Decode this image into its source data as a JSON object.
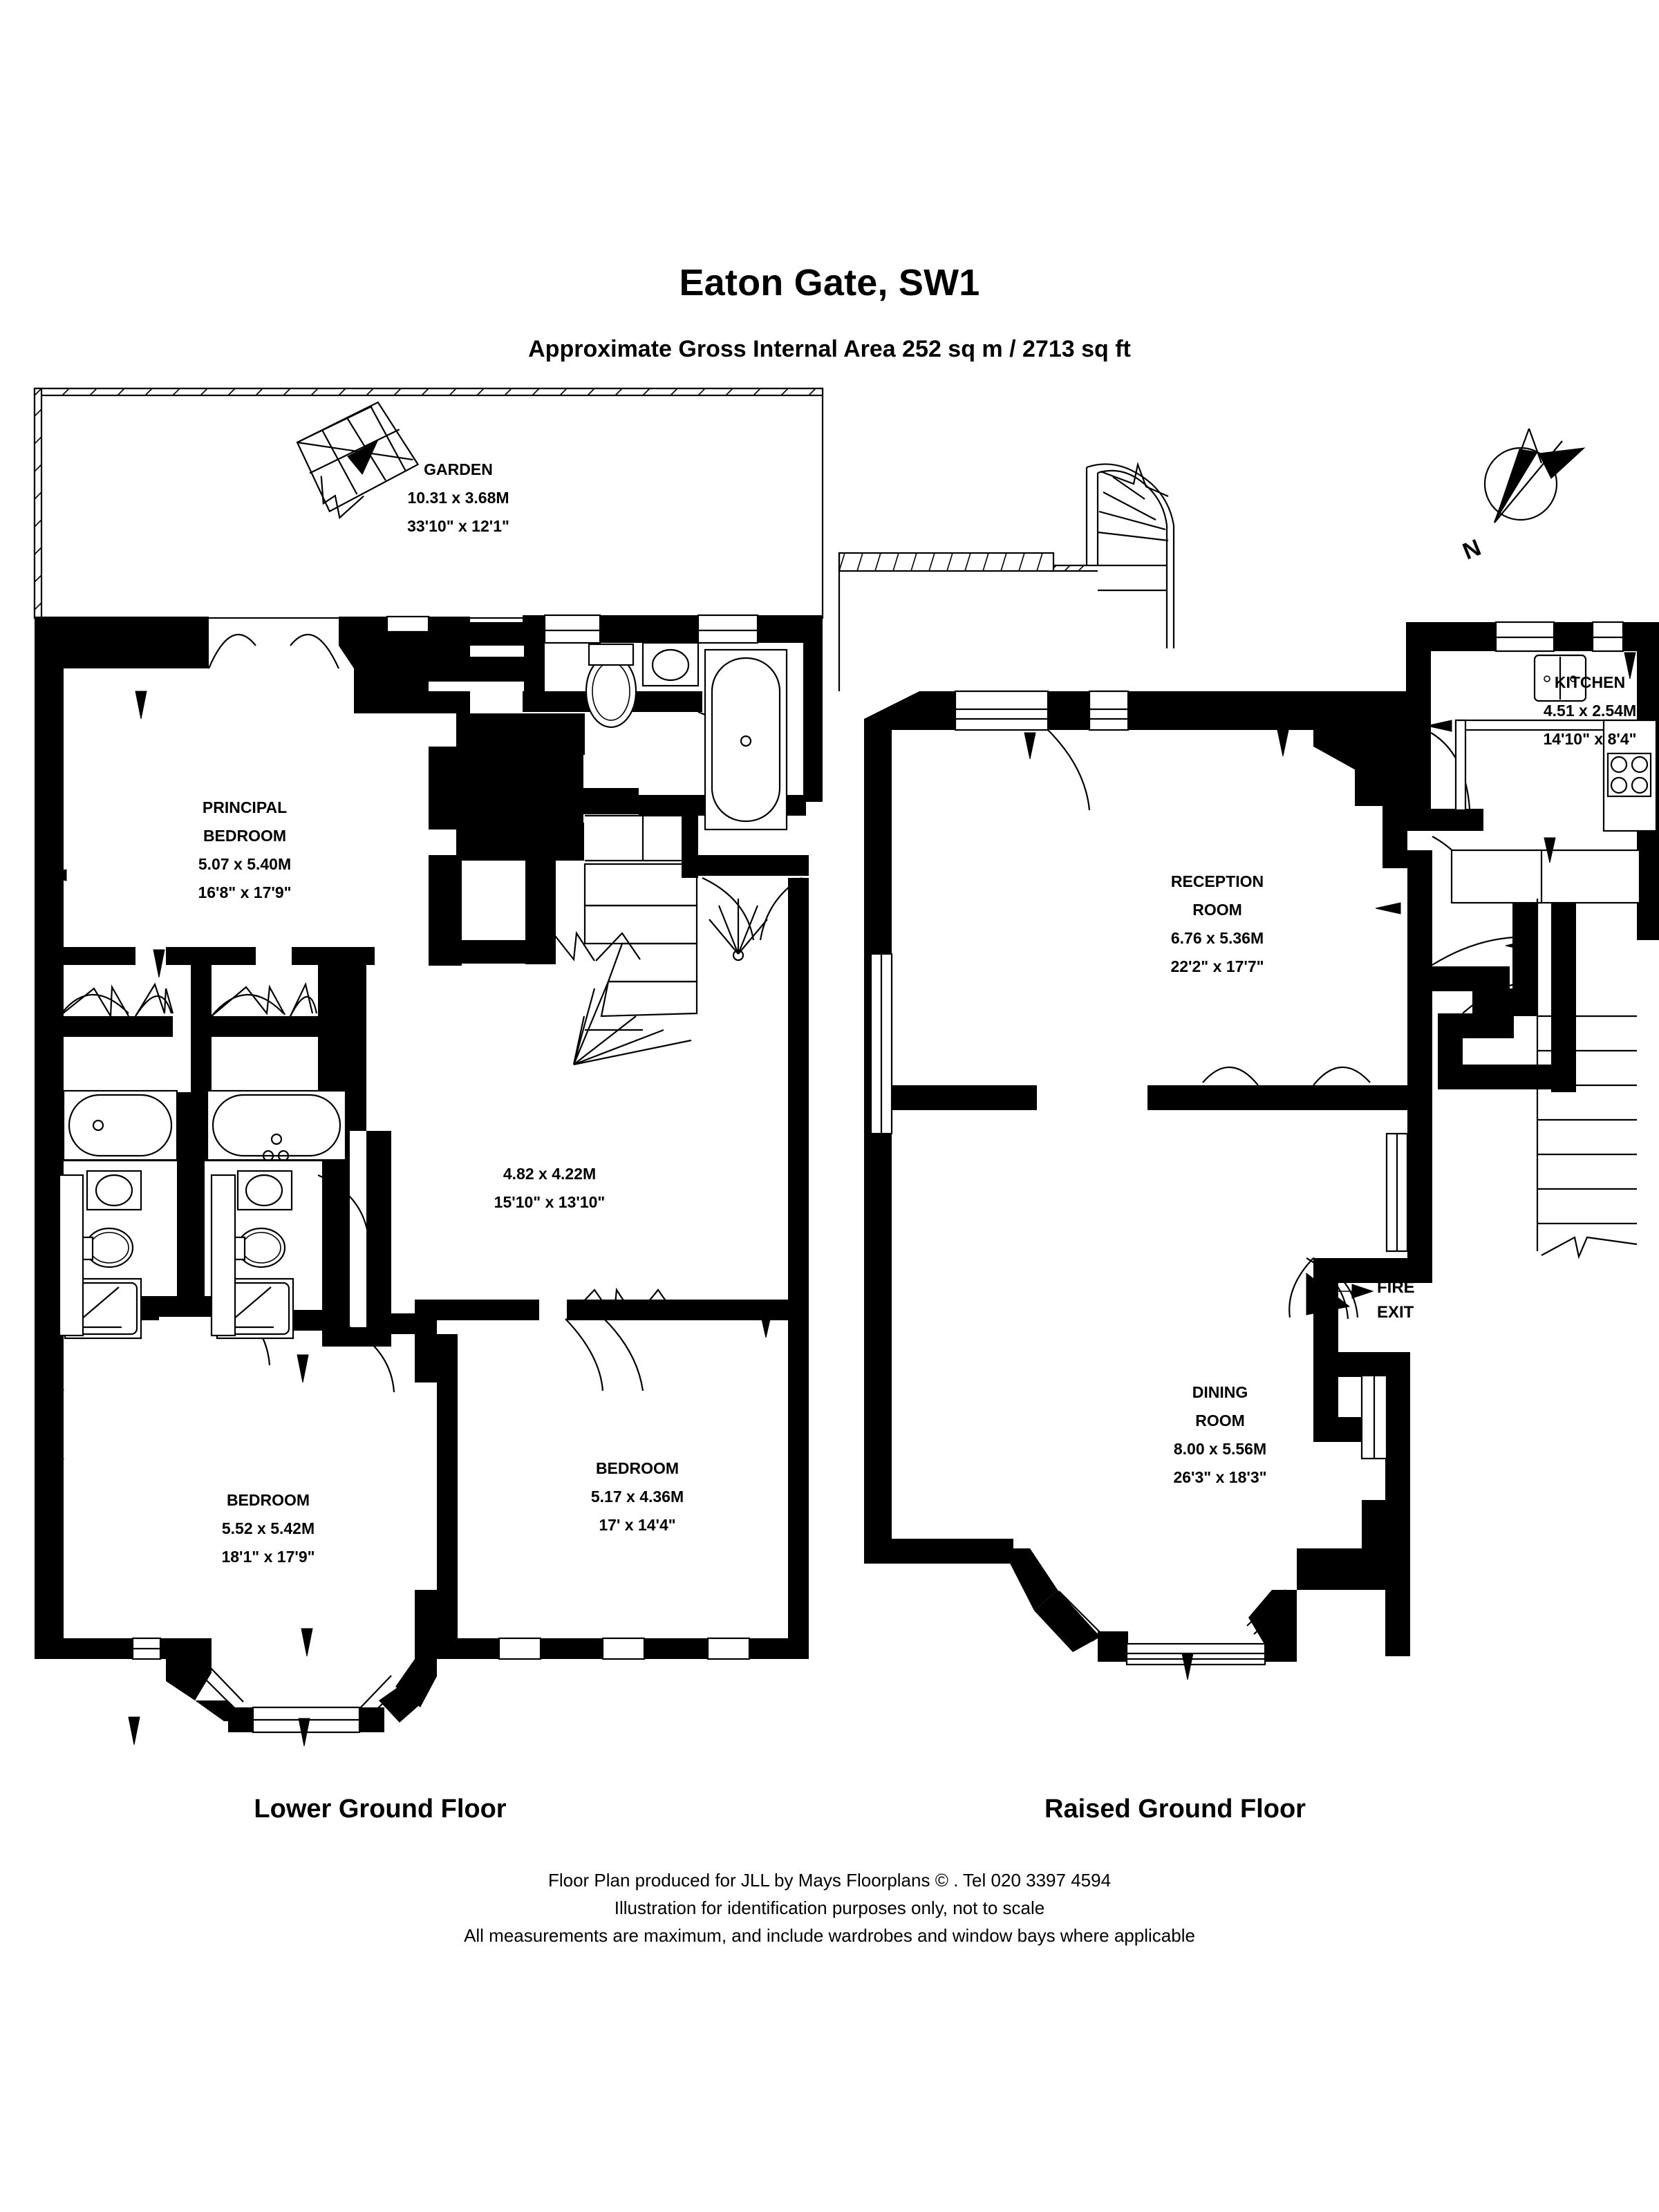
{
  "document": {
    "title": "Eaton Gate, SW1",
    "subtitle": "Approximate Gross Internal Area 252 sq m  /  2713 sq ft"
  },
  "floors": [
    {
      "id": "lower-ground",
      "caption": "Lower Ground Floor"
    },
    {
      "id": "raised-ground",
      "caption": "Raised Ground Floor"
    }
  ],
  "rooms": {
    "garden": {
      "name": "GARDEN",
      "metric": "10.31 x 3.68M",
      "imperial": "33'10\" x 12'1\""
    },
    "principal_bedroom": {
      "name_line1": "PRINCIPAL",
      "name_line2": "BEDROOM",
      "metric": "5.07 x 5.40M",
      "imperial": "16'8\" x 17'9\""
    },
    "hall": {
      "name": "",
      "metric": "4.82 x 4.22M",
      "imperial": "15'10\" x 13'10\""
    },
    "bedroom_left": {
      "name": "BEDROOM",
      "metric": "5.52 x 5.42M",
      "imperial": "18'1\" x 17'9\""
    },
    "bedroom_right": {
      "name": "BEDROOM",
      "metric": "5.17 x 4.36M",
      "imperial": "17' x 14'4\""
    },
    "kitchen": {
      "name": "KITCHEN",
      "metric": "4.51 x 2.54M",
      "imperial": "14'10\" x 8'4\""
    },
    "reception_room": {
      "name_line1": "RECEPTION",
      "name_line2": "ROOM",
      "metric": "6.76 x 5.36M",
      "imperial": "22'2\" x 17'7\""
    },
    "dining_room": {
      "name_line1": "DINING",
      "name_line2": "ROOM",
      "metric": "8.00 x 5.56M",
      "imperial": "26'3\" x 18'3\""
    }
  },
  "annotations": {
    "fire_exit_line1": "FIRE",
    "fire_exit_line2": "EXIT",
    "compass_label": "N"
  },
  "footer": {
    "line1": "Floor Plan produced for JLL by Mays Floorplans  © . Tel 020 3397 4594",
    "line2": "Illustration for identification purposes only, not to scale",
    "line3": "All measurements are maximum, and include wardrobes and window bays where applicable"
  },
  "colors": {
    "wall": "#000000",
    "background": "#ffffff",
    "text": "#000000"
  }
}
